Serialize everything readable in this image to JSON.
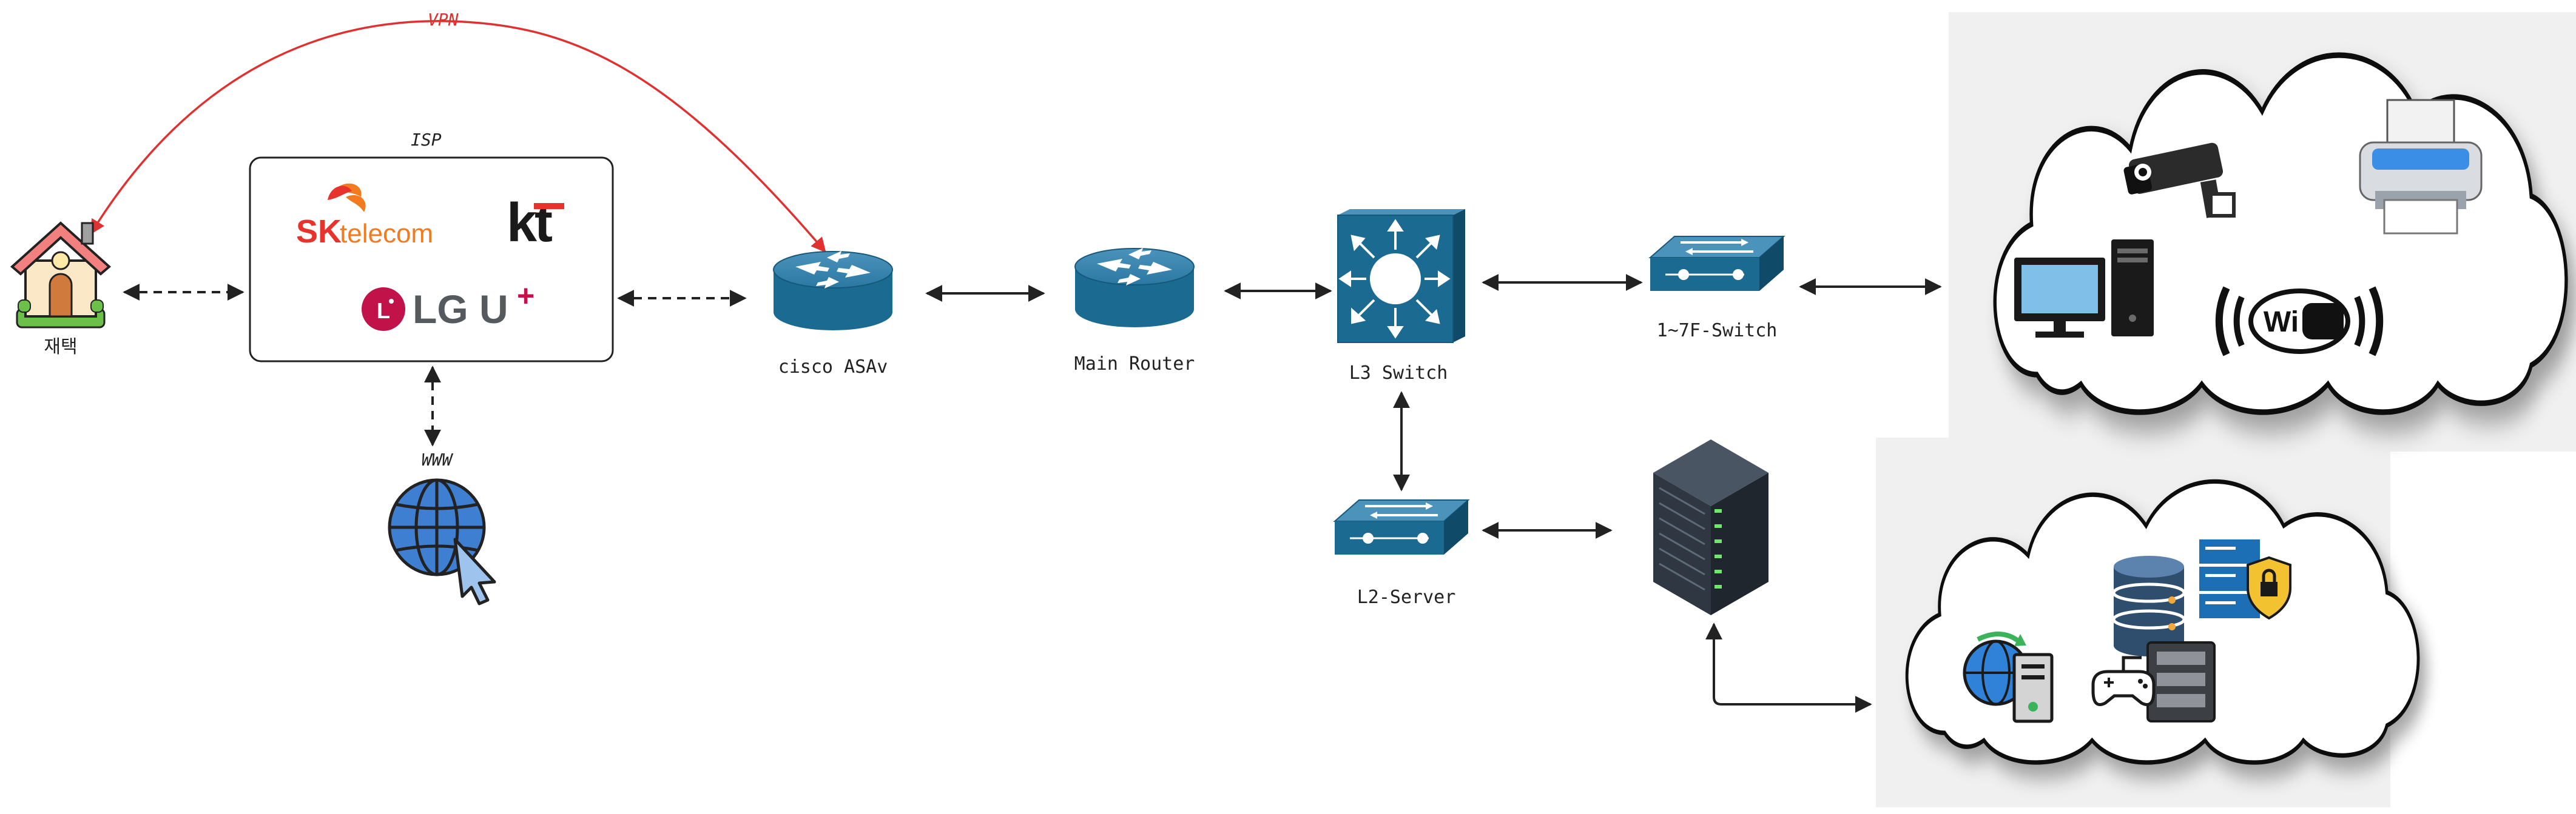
{
  "diagram": {
    "vpn_label": "VPN",
    "isp_label": "ISP",
    "home_label": "재택",
    "www_label": "WWW",
    "isp_logos": {
      "skt_sk": "SK",
      "skt_telecom": "telecom",
      "kt": "kt",
      "lgu": "LG U",
      "lgu_plus": "+"
    },
    "devices": {
      "cisco_asav": "cisco ASAv",
      "main_router": "Main Router",
      "l3_switch": "L3 Switch",
      "floor_switch": "1~7F-Switch",
      "l2_server": "L2-Server"
    },
    "cloud_icons": {
      "wifi_text": "Wi Fi"
    }
  },
  "colors": {
    "vpn_line": "#e03131",
    "device_blue": "#1b6a92",
    "device_dark": "#0f4a68",
    "skt_red": "#e8322c",
    "skt_orange": "#f47a20",
    "lgu_magenta": "#c1124a",
    "globe_blue": "#3f7fd1"
  }
}
